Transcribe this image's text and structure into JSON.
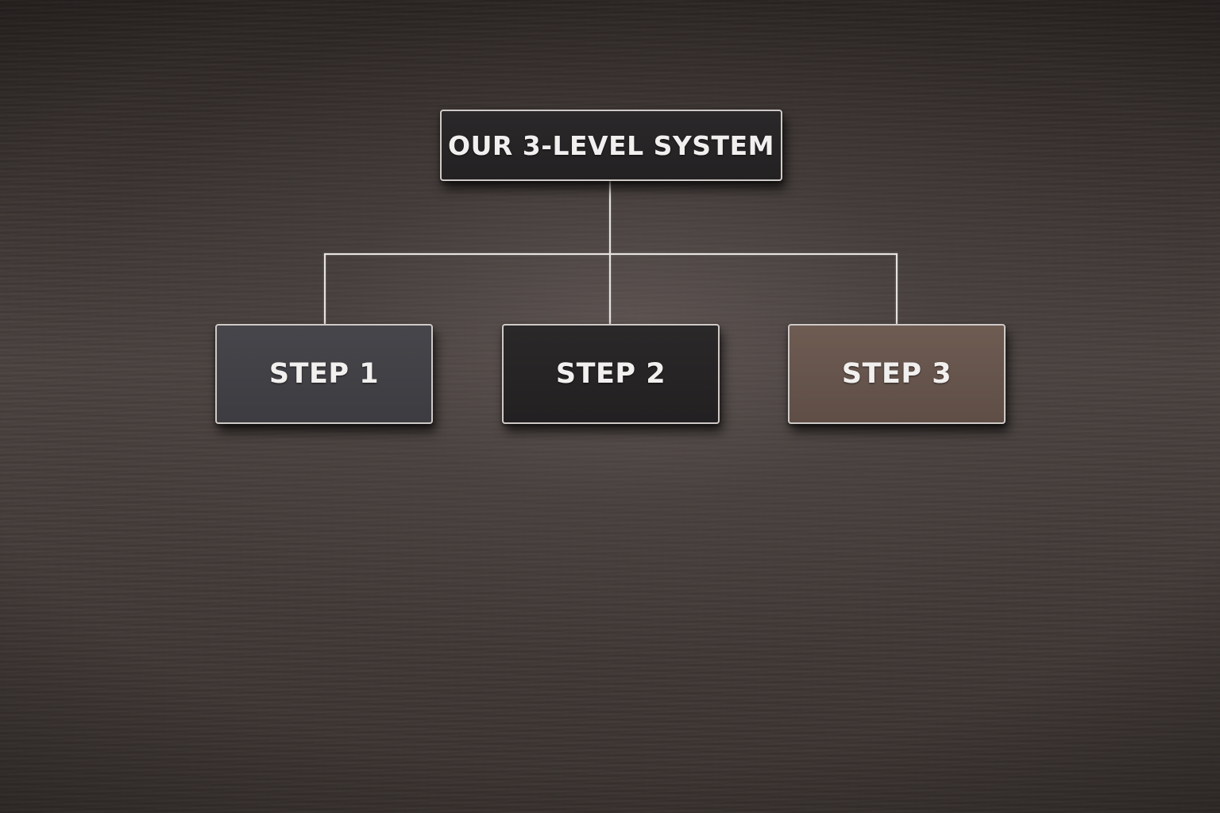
{
  "diagram": {
    "type": "hierarchy",
    "root": {
      "label": "OUR 3-LEVEL SYSTEM",
      "color": "#262425"
    },
    "children": [
      {
        "label": "STEP 1",
        "color": "#424247"
      },
      {
        "label": "STEP 2",
        "color": "#262425"
      },
      {
        "label": "STEP 3",
        "color": "#67554c"
      }
    ],
    "connector_color": "#e6e3e1",
    "background_color": "#3a3331"
  }
}
